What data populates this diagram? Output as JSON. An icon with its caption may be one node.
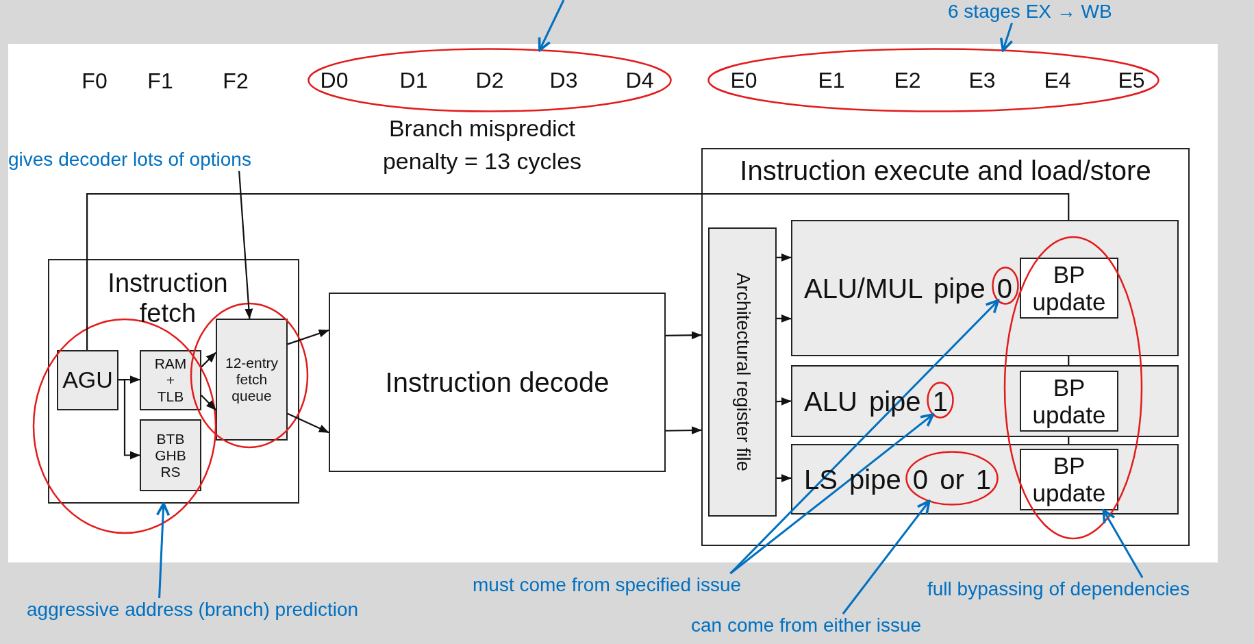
{
  "diagram": {
    "nodes": [
      {
        "text": [
          "D0",
          "D1",
          "D2",
          "D3",
          "D4"
        ]
      },
      {
        "text": [
          "E0",
          "E1",
          "E2",
          "E3",
          "E4",
          "E5"
        ]
      },
      {
        "text": [
          "6 stages EX → WB"
        ]
      },
      {
        "text": [
          "gives decoder lots of options"
        ]
      },
      {
        "text": [
          "Instruction fetch"
        ]
      },
      {
        "text": [
          "AGU"
        ],
        "in": 4
      },
      {
        "text": [
          "RAM + TLB"
        ],
        "in": 4
      },
      {
        "text": [
          "BTB GHB RS"
        ],
        "in": 4
      },
      {
        "text": [
          "12-entry fetch queue"
        ],
        "in": 4
      },
      {
        "text": [
          "Instruction decode"
        ]
      },
      {
        "text": [
          "Instruction execute and load/store"
        ]
      },
      {
        "text": [
          "Architectural register file"
        ],
        "in": 10
      },
      {
        "text": [
          "ALU/MUL pipe 0"
        ],
        "in": 10
      },
      {
        "text": [
          "BP update"
        ],
        "in": 12
      },
      {
        "text": [
          "ALU pipe 1"
        ],
        "in": 10
      },
      {
        "text": [
          "BP update"
        ],
        "in": 14
      },
      {
        "text": [
          "LS pipe 0 or 1"
        ],
        "in": 10
      },
      {
        "text": [
          "BP update"
        ],
        "in": 16
      },
      {
        "text": [],
        "shape": "ellipse",
        "in": 12
      },
      {
        "text": [],
        "shape": "ellipse",
        "in": 14
      },
      {
        "text": [],
        "shape": "ellipse",
        "in": 16
      },
      {
        "text": [
          "aggressive address (branch) prediction"
        ]
      },
      {
        "text": [
          "must come from specified issue"
        ]
      },
      {
        "text": [
          "can come from either issue"
        ]
      },
      {
        "text": [
          "full bypassing of dependencies"
        ]
      }
    ],
    "edges": [
      {
        "from": null,
        "to": 0,
        "arrow": "to",
        "color": "#0070c0"
      },
      {
        "from": 2,
        "to": 1,
        "arrow": "to",
        "color": "#0070c0"
      },
      {
        "from": 3,
        "to": 8,
        "arrow": "to"
      },
      {
        "from": 5,
        "to": 6,
        "arrow": "to"
      },
      {
        "from": 5,
        "to": 7,
        "arrow": "to"
      },
      {
        "from": 6,
        "to": 8,
        "arrow": "to"
      },
      {
        "from": 6,
        "to": 8,
        "arrow": "to"
      },
      {
        "from": 8,
        "to": 9,
        "arrow": "to"
      },
      {
        "from": 8,
        "to": 9,
        "arrow": "to"
      },
      {
        "from": 9,
        "to": 10,
        "arrow": "to"
      },
      {
        "from": 9,
        "to": 10,
        "arrow": "to"
      },
      {
        "from": 11,
        "to": 12,
        "arrow": "to"
      },
      {
        "from": 11,
        "to": 12,
        "arrow": "to"
      },
      {
        "from": 11,
        "to": 14,
        "arrow": "to"
      },
      {
        "from": 11,
        "to": 16,
        "arrow": "to"
      },
      {
        "from": 5,
        "to": 12,
        "arrow": "none"
      },
      {
        "from": 12,
        "to": 14,
        "arrow": "none"
      },
      {
        "from": 14,
        "to": 16,
        "arrow": "none"
      },
      {
        "from": 21,
        "to": 4,
        "arrow": "to",
        "color": "#0070c0"
      },
      {
        "from": 22,
        "to": 18,
        "arrow": "to",
        "color": "#0070c0"
      },
      {
        "from": 22,
        "to": 19,
        "arrow": "to",
        "color": "#0070c0"
      },
      {
        "from": 23,
        "to": 20,
        "arrow": "to",
        "color": "#0070c0"
      },
      {
        "from": 24,
        "to": 17,
        "arrow": "to",
        "color": "#0070c0"
      }
    ],
    "labels": [
      "F0",
      "F1",
      "F2",
      "Branch mispredict penalty = 13 cycles"
    ]
  }
}
